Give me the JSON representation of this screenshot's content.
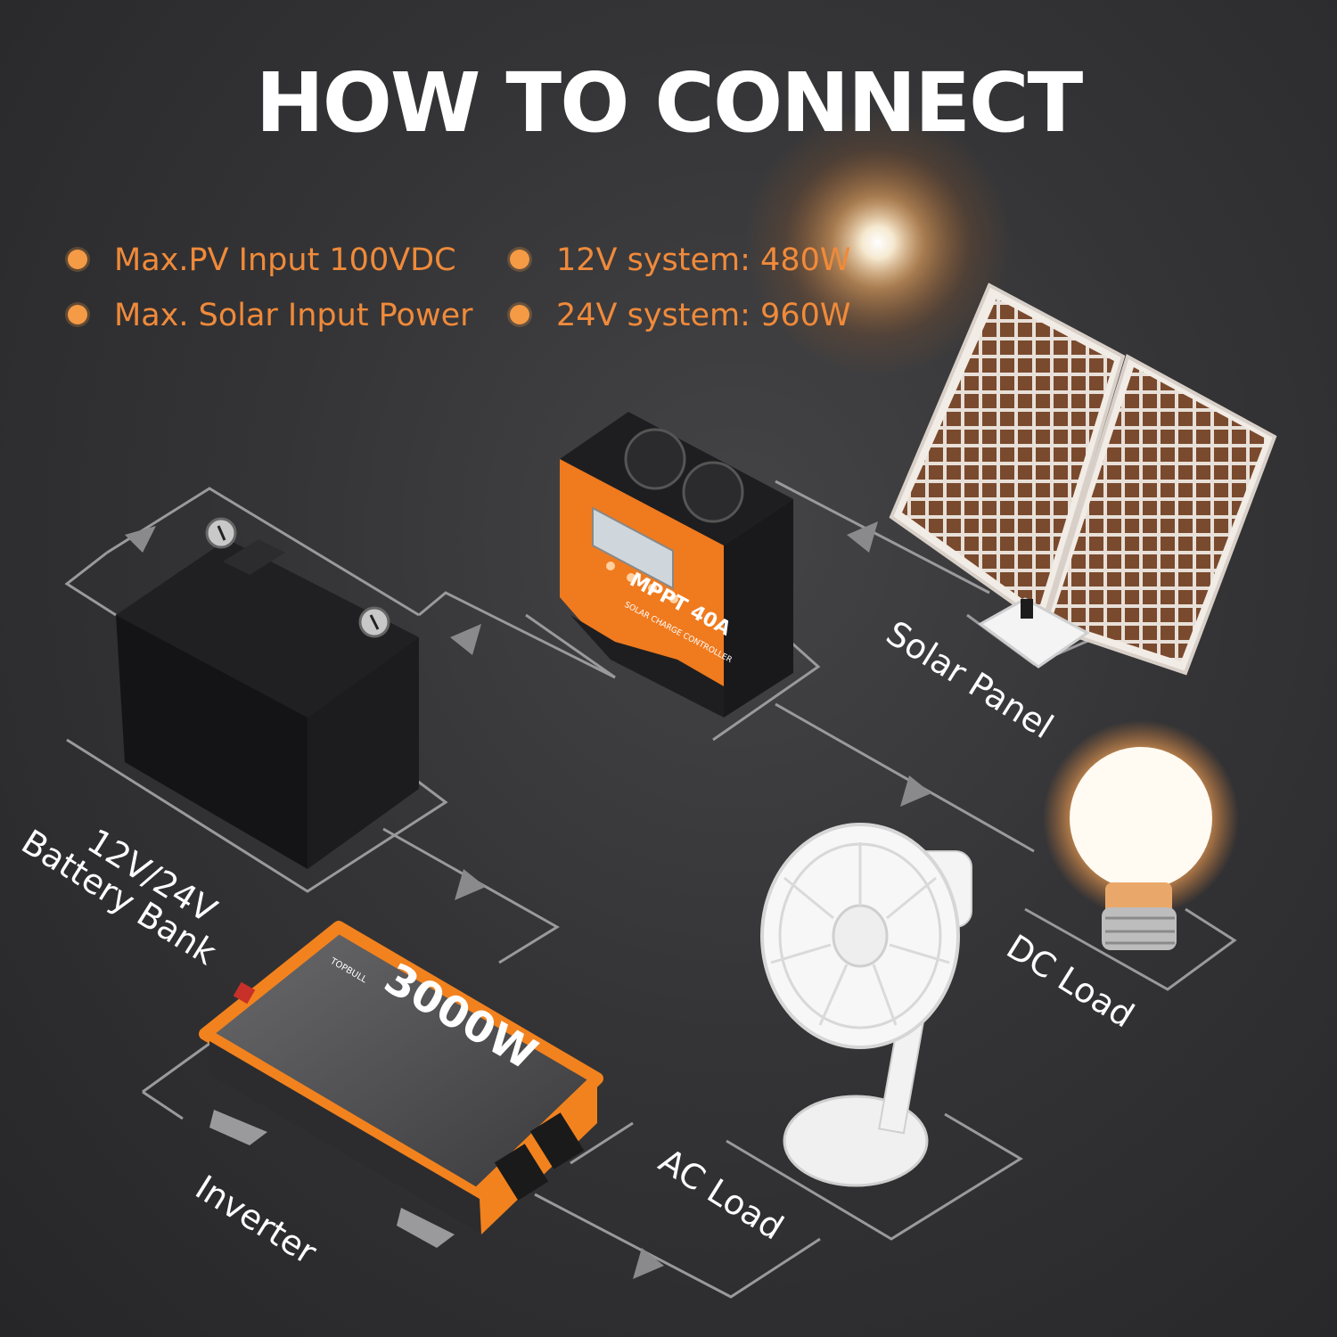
{
  "title": "HOW TO CONNECT",
  "specs": {
    "left": [
      "Max.PV Input 100VDC",
      "Max. Solar Input Power"
    ],
    "right": [
      "12V system: 480W",
      "24V system: 960W"
    ]
  },
  "labels": {
    "solar_panel": "Solar Panel",
    "battery_line1": "12V/24V",
    "battery_line2": "Battery Bank",
    "dc_load": "DC Load",
    "ac_load": "AC Load",
    "inverter": "Inverter"
  },
  "devices": {
    "controller_text": "MPPT 40A",
    "controller_subtext": "SOLAR CHARGE CONTROLLER",
    "inverter_text": "3000W",
    "inverter_brand": "TOPBULL"
  },
  "colors": {
    "accent": "#f08a3a",
    "background": "#333335",
    "connector": "#9a9a9c",
    "controller_orange": "#f07a1e",
    "inverter_orange": "#f2821e"
  },
  "icons": [
    "sun-glow-icon",
    "arrow-icon",
    "bullet-dot-icon"
  ]
}
